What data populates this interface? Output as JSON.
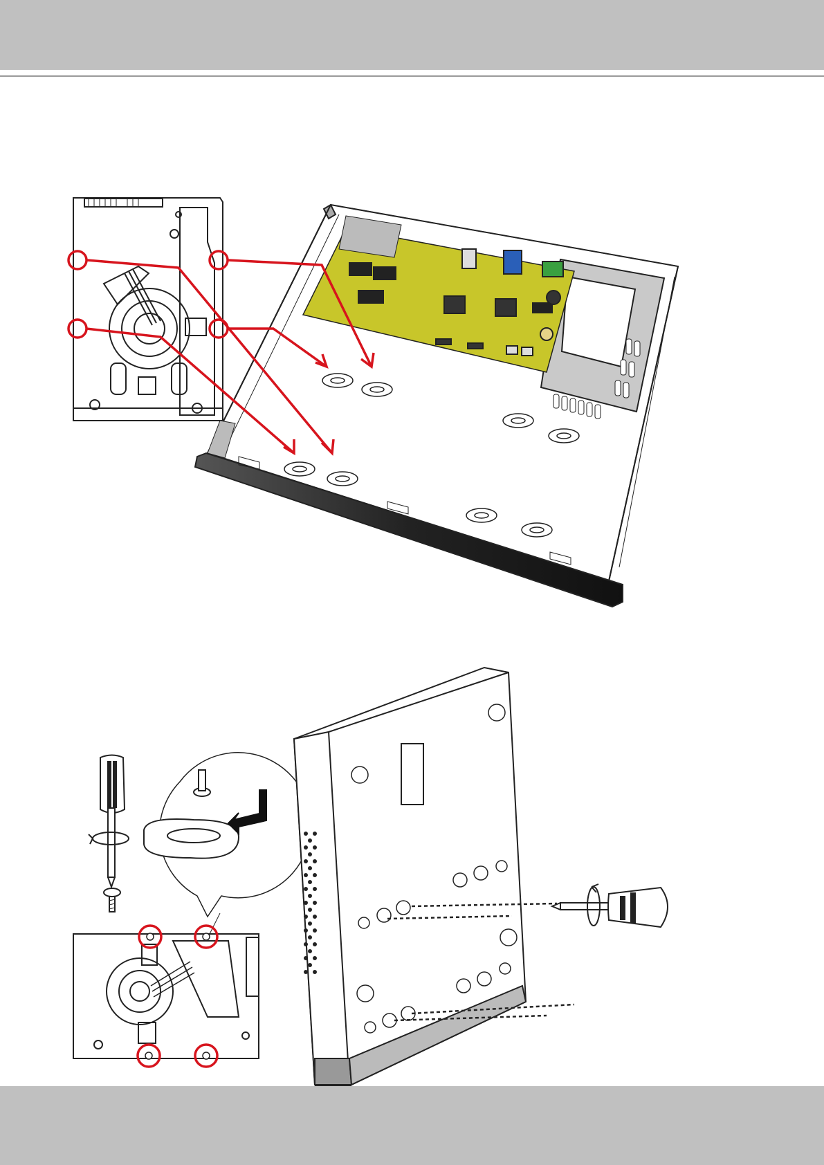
{
  "page": {
    "header_text": "",
    "footer_text": ""
  },
  "figure_top": {
    "subject": "hdd-to-chassis-alignment",
    "screw_points": 4,
    "target_slots": 8,
    "highlight_color": "#d7141d",
    "board_color": "#c8c62a"
  },
  "figure_bottom": {
    "subject": "hdd-screw-fastening",
    "highlighted_screws": 4,
    "highlight_color": "#d7141d"
  }
}
